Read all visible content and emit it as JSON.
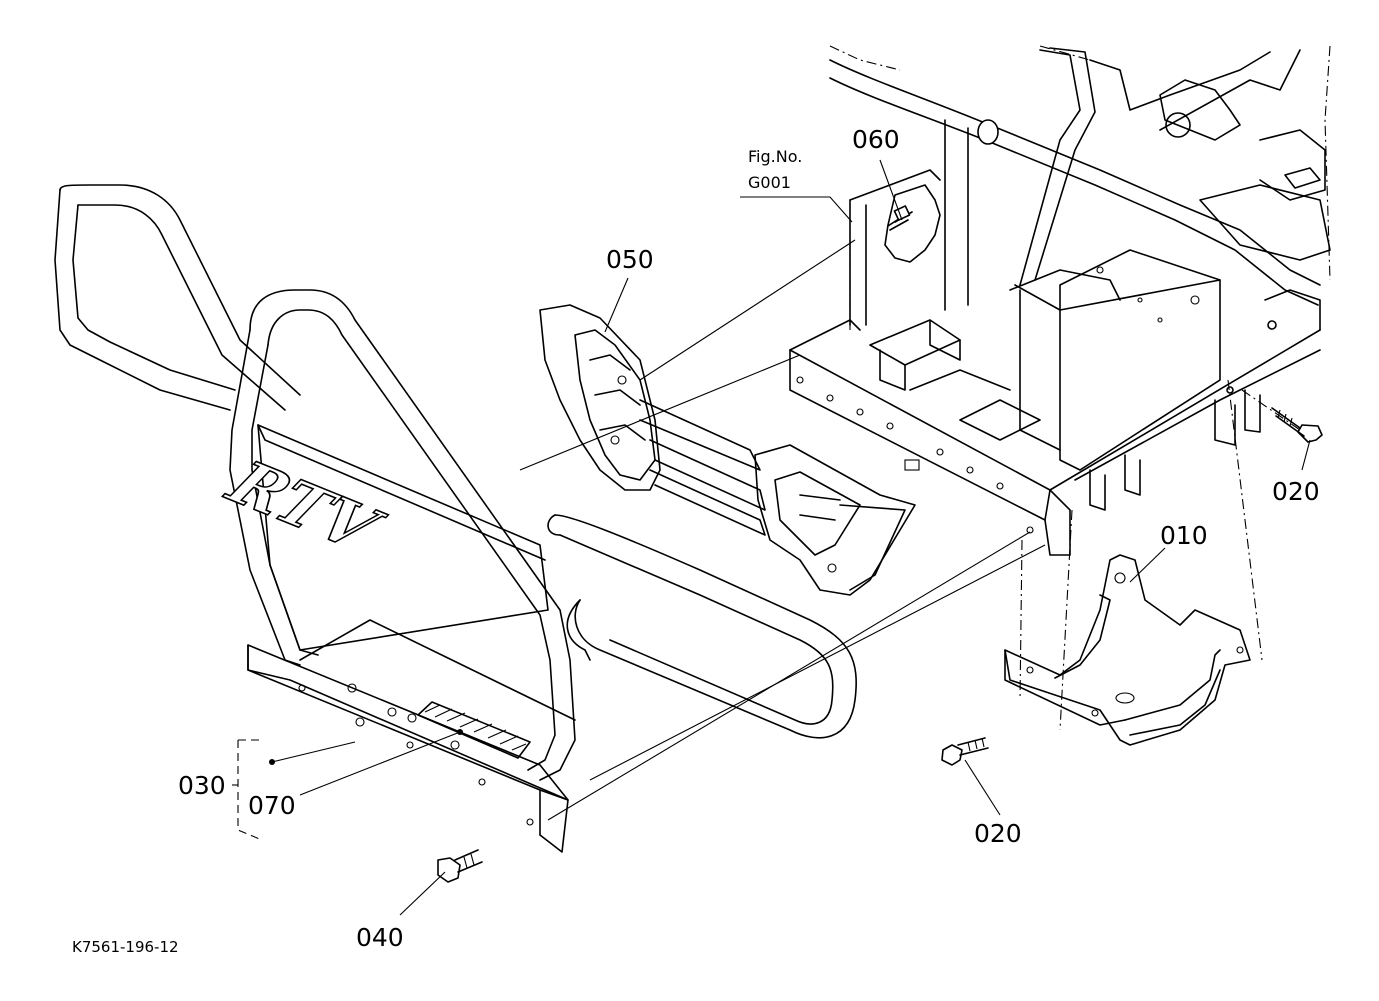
{
  "reference_code": "K7561-196-12",
  "fig_ref": {
    "line1": "Fig.No.",
    "line2": "G001"
  },
  "logo_text": "RTV",
  "callouts": {
    "c010": "010",
    "c020_right": "020",
    "c020_bottom": "020",
    "c030": "030",
    "c040": "040",
    "c050": "050",
    "c060": "060",
    "c070": "070"
  }
}
